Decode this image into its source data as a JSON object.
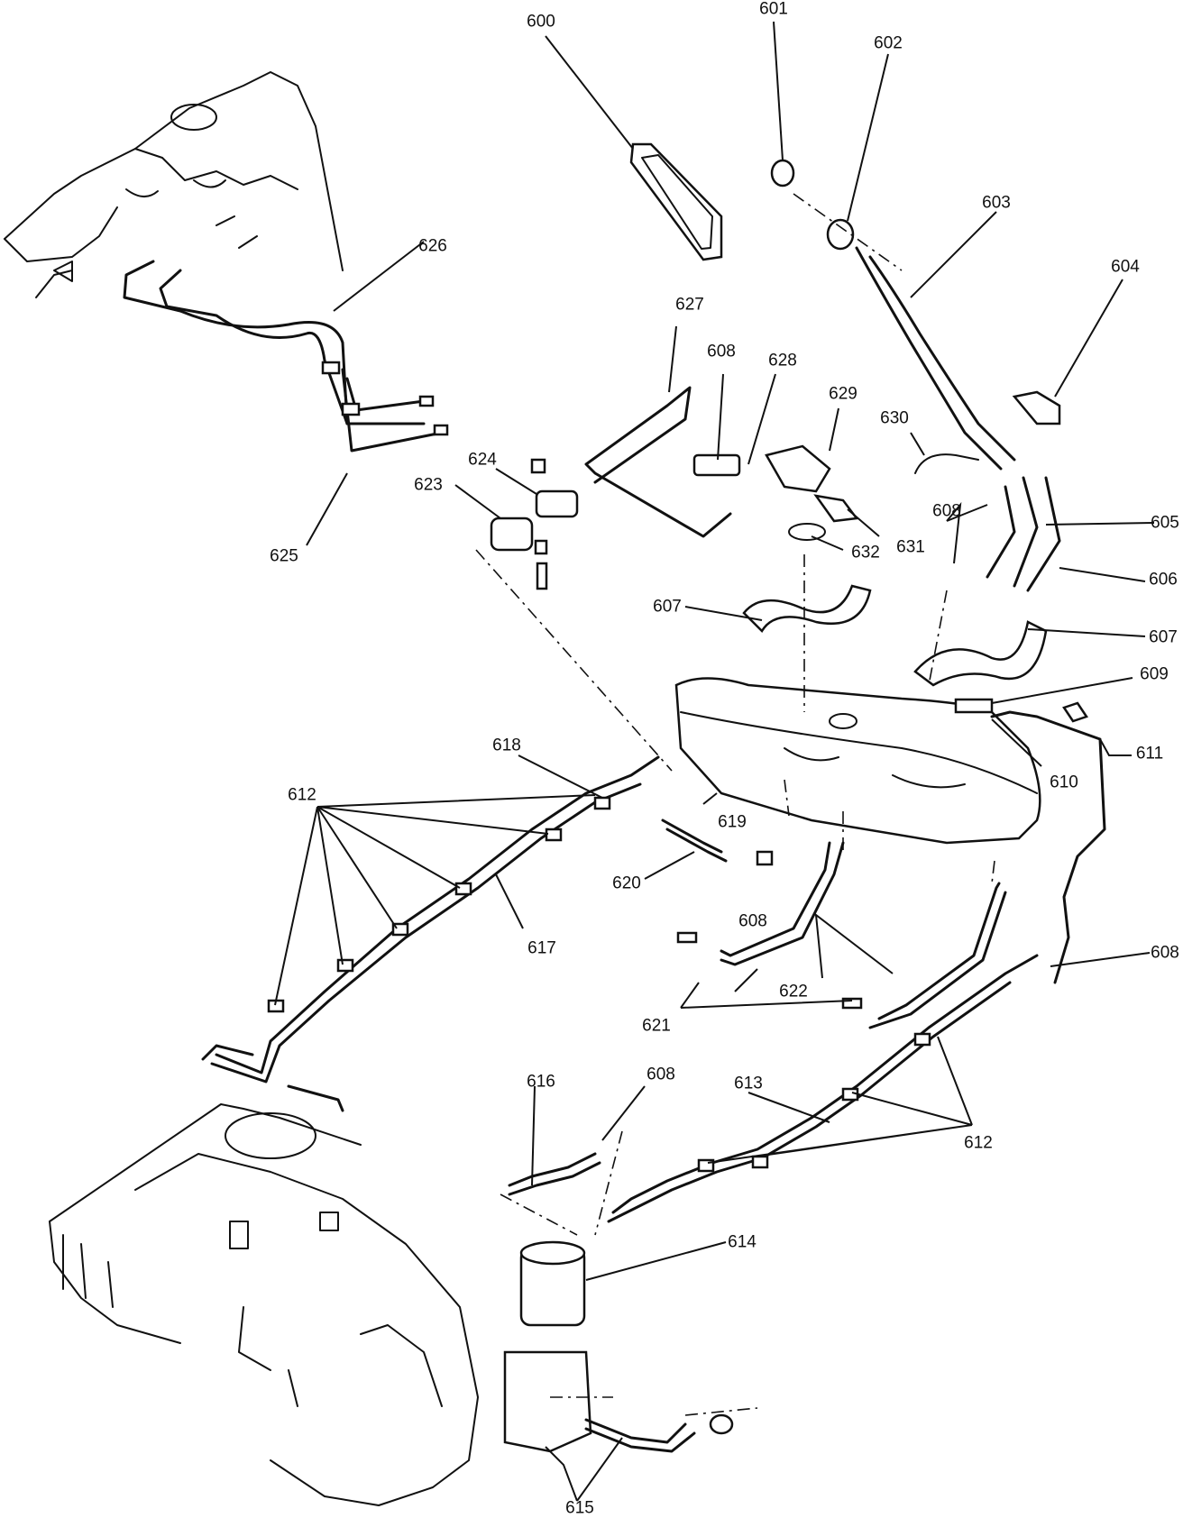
{
  "callouts": {
    "c600": "600",
    "c601": "601",
    "c602": "602",
    "c603": "603",
    "c604": "604",
    "c605": "605",
    "c606": "606",
    "c607a": "607",
    "c607b": "607",
    "c608a": "608",
    "c608b": "608",
    "c608c": "608",
    "c608d": "608",
    "c608e": "608",
    "c609": "609",
    "c610": "610",
    "c611": "611",
    "c612a": "612",
    "c612b": "612",
    "c613": "613",
    "c614": "614",
    "c615": "615",
    "c616": "616",
    "c617": "617",
    "c618": "618",
    "c619": "619",
    "c620": "620",
    "c621": "621",
    "c622": "622",
    "c623": "623",
    "c624": "624",
    "c625": "625",
    "c626": "626",
    "c627": "627",
    "c628": "628",
    "c629": "629",
    "c630": "630",
    "c631": "631",
    "c632": "632"
  }
}
